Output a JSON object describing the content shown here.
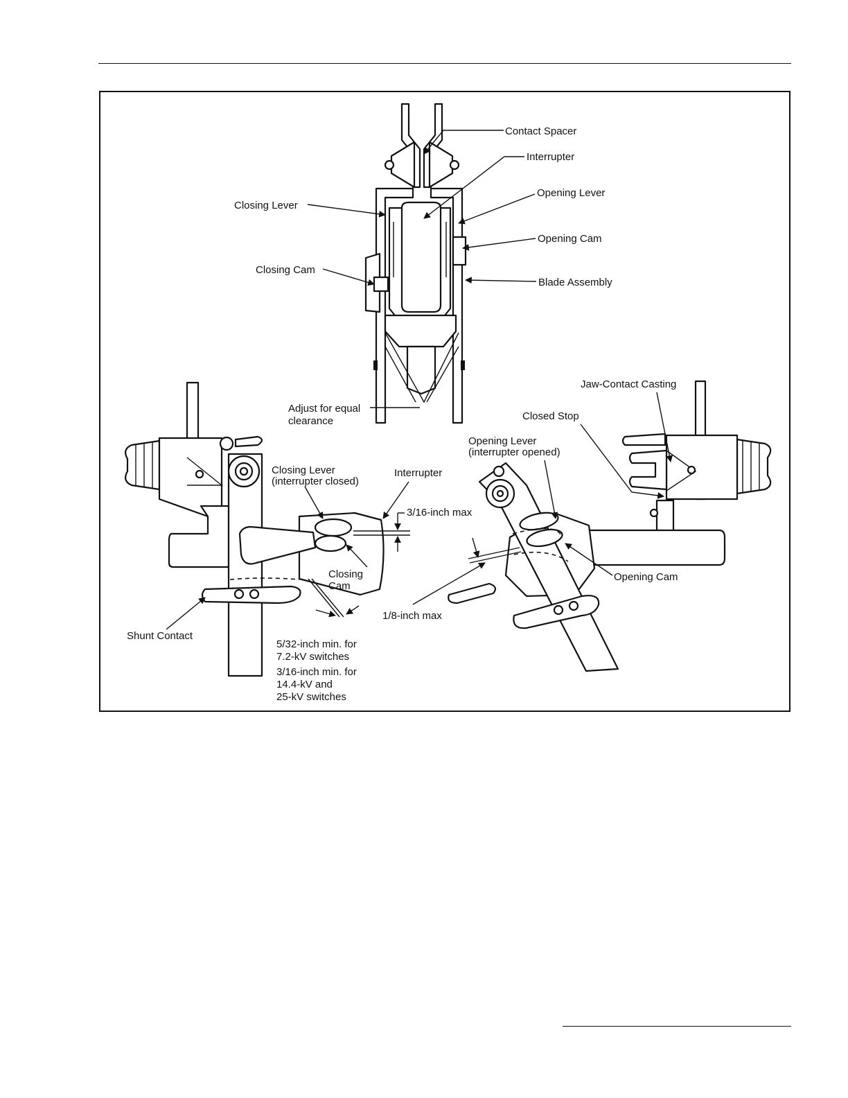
{
  "figure": {
    "top_view": {
      "contact_spacer": "Contact Spacer",
      "interrupter": "Interrupter",
      "closing_lever": "Closing Lever",
      "opening_lever": "Opening Lever",
      "opening_cam": "Opening Cam",
      "closing_cam": "Closing Cam",
      "blade_assembly": "Blade Assembly",
      "adjust_line1": "Adjust for equal",
      "adjust_line2": "clearance"
    },
    "left_view": {
      "closing_lever_line1": "Closing Lever",
      "closing_lever_line2": "(interrupter closed)",
      "interrupter": "Interrupter",
      "gap_max": "3/16-inch max",
      "closing_cam_line1": "Closing",
      "closing_cam_line2": "Cam",
      "shunt_contact": "Shunt Contact",
      "note1_line1": "5/32-inch min. for",
      "note1_line2": "7.2-kV switches",
      "note2_line1": "3/16-inch min. for",
      "note2_line2": "14.4-kV and",
      "note2_line3": "25-kV switches"
    },
    "right_view": {
      "jaw_contact_casting": "Jaw-Contact Casting",
      "closed_stop": "Closed Stop",
      "opening_lever_line1": "Opening Lever",
      "opening_lever_line2": "(interrupter opened)",
      "opening_cam": "Opening Cam",
      "gap_max": "1/8-inch max"
    }
  }
}
